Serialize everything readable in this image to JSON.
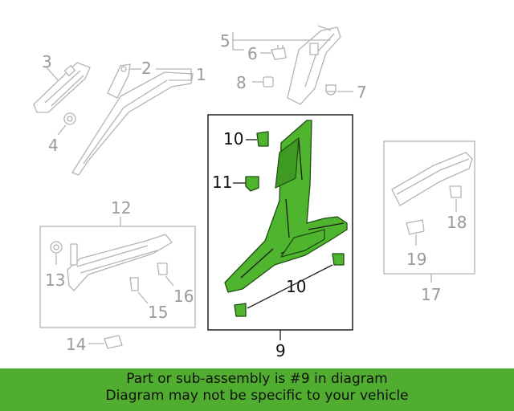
{
  "callouts": {
    "c1": "1",
    "c2": "2",
    "c3": "3",
    "c4": "4",
    "c5": "5",
    "c6": "6",
    "c7": "7",
    "c8": "8",
    "c9": "9",
    "c10a": "10",
    "c10b": "10",
    "c11": "11",
    "c12": "12",
    "c13": "13",
    "c14": "14",
    "c15": "15",
    "c16": "16",
    "c17": "17",
    "c18": "18",
    "c19": "19"
  },
  "highlight": {
    "part": "9",
    "color": "#4fb52e"
  },
  "banner": {
    "line1": "Part or sub-assembly is #9 in diagram",
    "line2": "Diagram may not be specific to your vehicle",
    "color": "#51ad2f"
  }
}
